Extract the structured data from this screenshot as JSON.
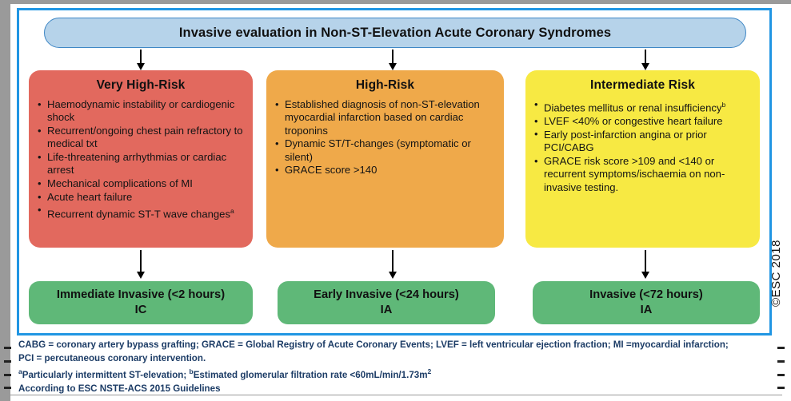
{
  "figure": {
    "title": "Invasive evaluation in Non-ST-Elevation Acute Coronary Syndromes",
    "copyright": "©ESC 2018",
    "colors": {
      "frame_blue": "#2196e3",
      "title_fill": "#b6d3ea",
      "very_high_risk": "#e2695e",
      "high_risk": "#efa94a",
      "intermediate_risk": "#f7e943",
      "outcome_green": "#5fb878",
      "footnote_text": "#1c3c66"
    }
  },
  "risk_columns": [
    {
      "id": "very-high-risk",
      "title": "Very High-Risk",
      "items": [
        "Haemodynamic instability or cardiogenic shock",
        "Recurrent/ongoing chest pain refractory to medical txt",
        "Life-threatening arrhythmias or cardiac arrest",
        "Mechanical complications of MI",
        "Acute heart failure",
        "Recurrent dynamic ST-T wave changes<sup>a</sup>"
      ]
    },
    {
      "id": "high-risk",
      "title": "High-Risk",
      "items": [
        "Established diagnosis of non-ST-elevation myocardial infarction based on cardiac troponins",
        "Dynamic ST/T-changes (symptomatic or silent)",
        "GRACE score >140"
      ]
    },
    {
      "id": "intermediate-risk",
      "title": "Intermediate Risk",
      "items": [
        "Diabetes mellitus or renal insufficiency<sup>b</sup>",
        "LVEF <40% or congestive heart failure",
        "Early post-infarction angina or prior PCI/CABG",
        "GRACE risk score >109 and <140 or recurrent symptoms/ischaemia on non-invasive testing."
      ]
    }
  ],
  "outcomes": [
    {
      "id": "immediate-invasive",
      "strategy": "Immediate Invasive (<2 hours)",
      "recommendation": "IC"
    },
    {
      "id": "early-invasive",
      "strategy": "Early Invasive (<24 hours)",
      "recommendation": "IA"
    },
    {
      "id": "invasive",
      "strategy": "Invasive (<72 hours)",
      "recommendation": "IA"
    }
  ],
  "footnotes": [
    "CABG = coronary artery bypass grafting; GRACE = Global Registry of Acute Coronary Events; LVEF = left ventricular ejection fraction; MI =myocardial infarction;",
    "PCI = percutaneous coronary intervention.",
    "<sup>a</sup>Particularly intermittent ST-elevation; <sup>b</sup>Estimated glomerular filtration rate <60mL/min/1.73m<sup>2</sup>",
    "According to ESC NSTE-ACS 2015 Guidelines"
  ]
}
